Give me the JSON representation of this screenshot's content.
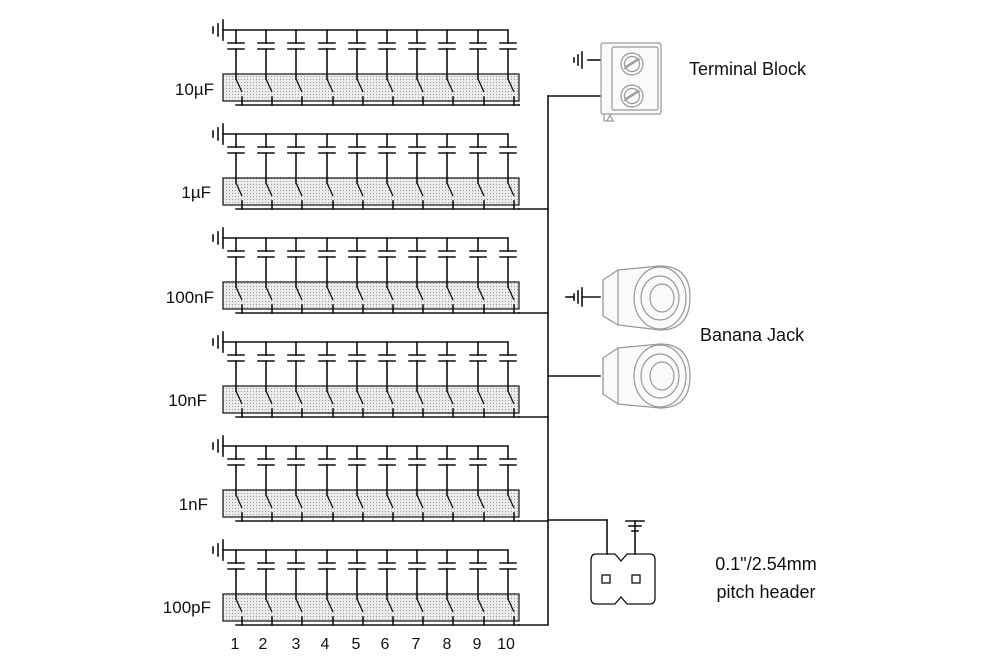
{
  "banks": [
    {
      "label": "10µF"
    },
    {
      "label": "1µF"
    },
    {
      "label": "100nF"
    },
    {
      "label": "10nF"
    },
    {
      "label": "1nF"
    },
    {
      "label": "100pF"
    }
  ],
  "switch_numbers": [
    "1",
    "2",
    "3",
    "4",
    "5",
    "6",
    "7",
    "8",
    "9",
    "10"
  ],
  "connectors": {
    "terminal_block": "Terminal Block",
    "banana_jack": "Banana Jack",
    "pitch_header_line1": "0.1\"/2.54mm",
    "pitch_header_line2": "pitch header"
  }
}
